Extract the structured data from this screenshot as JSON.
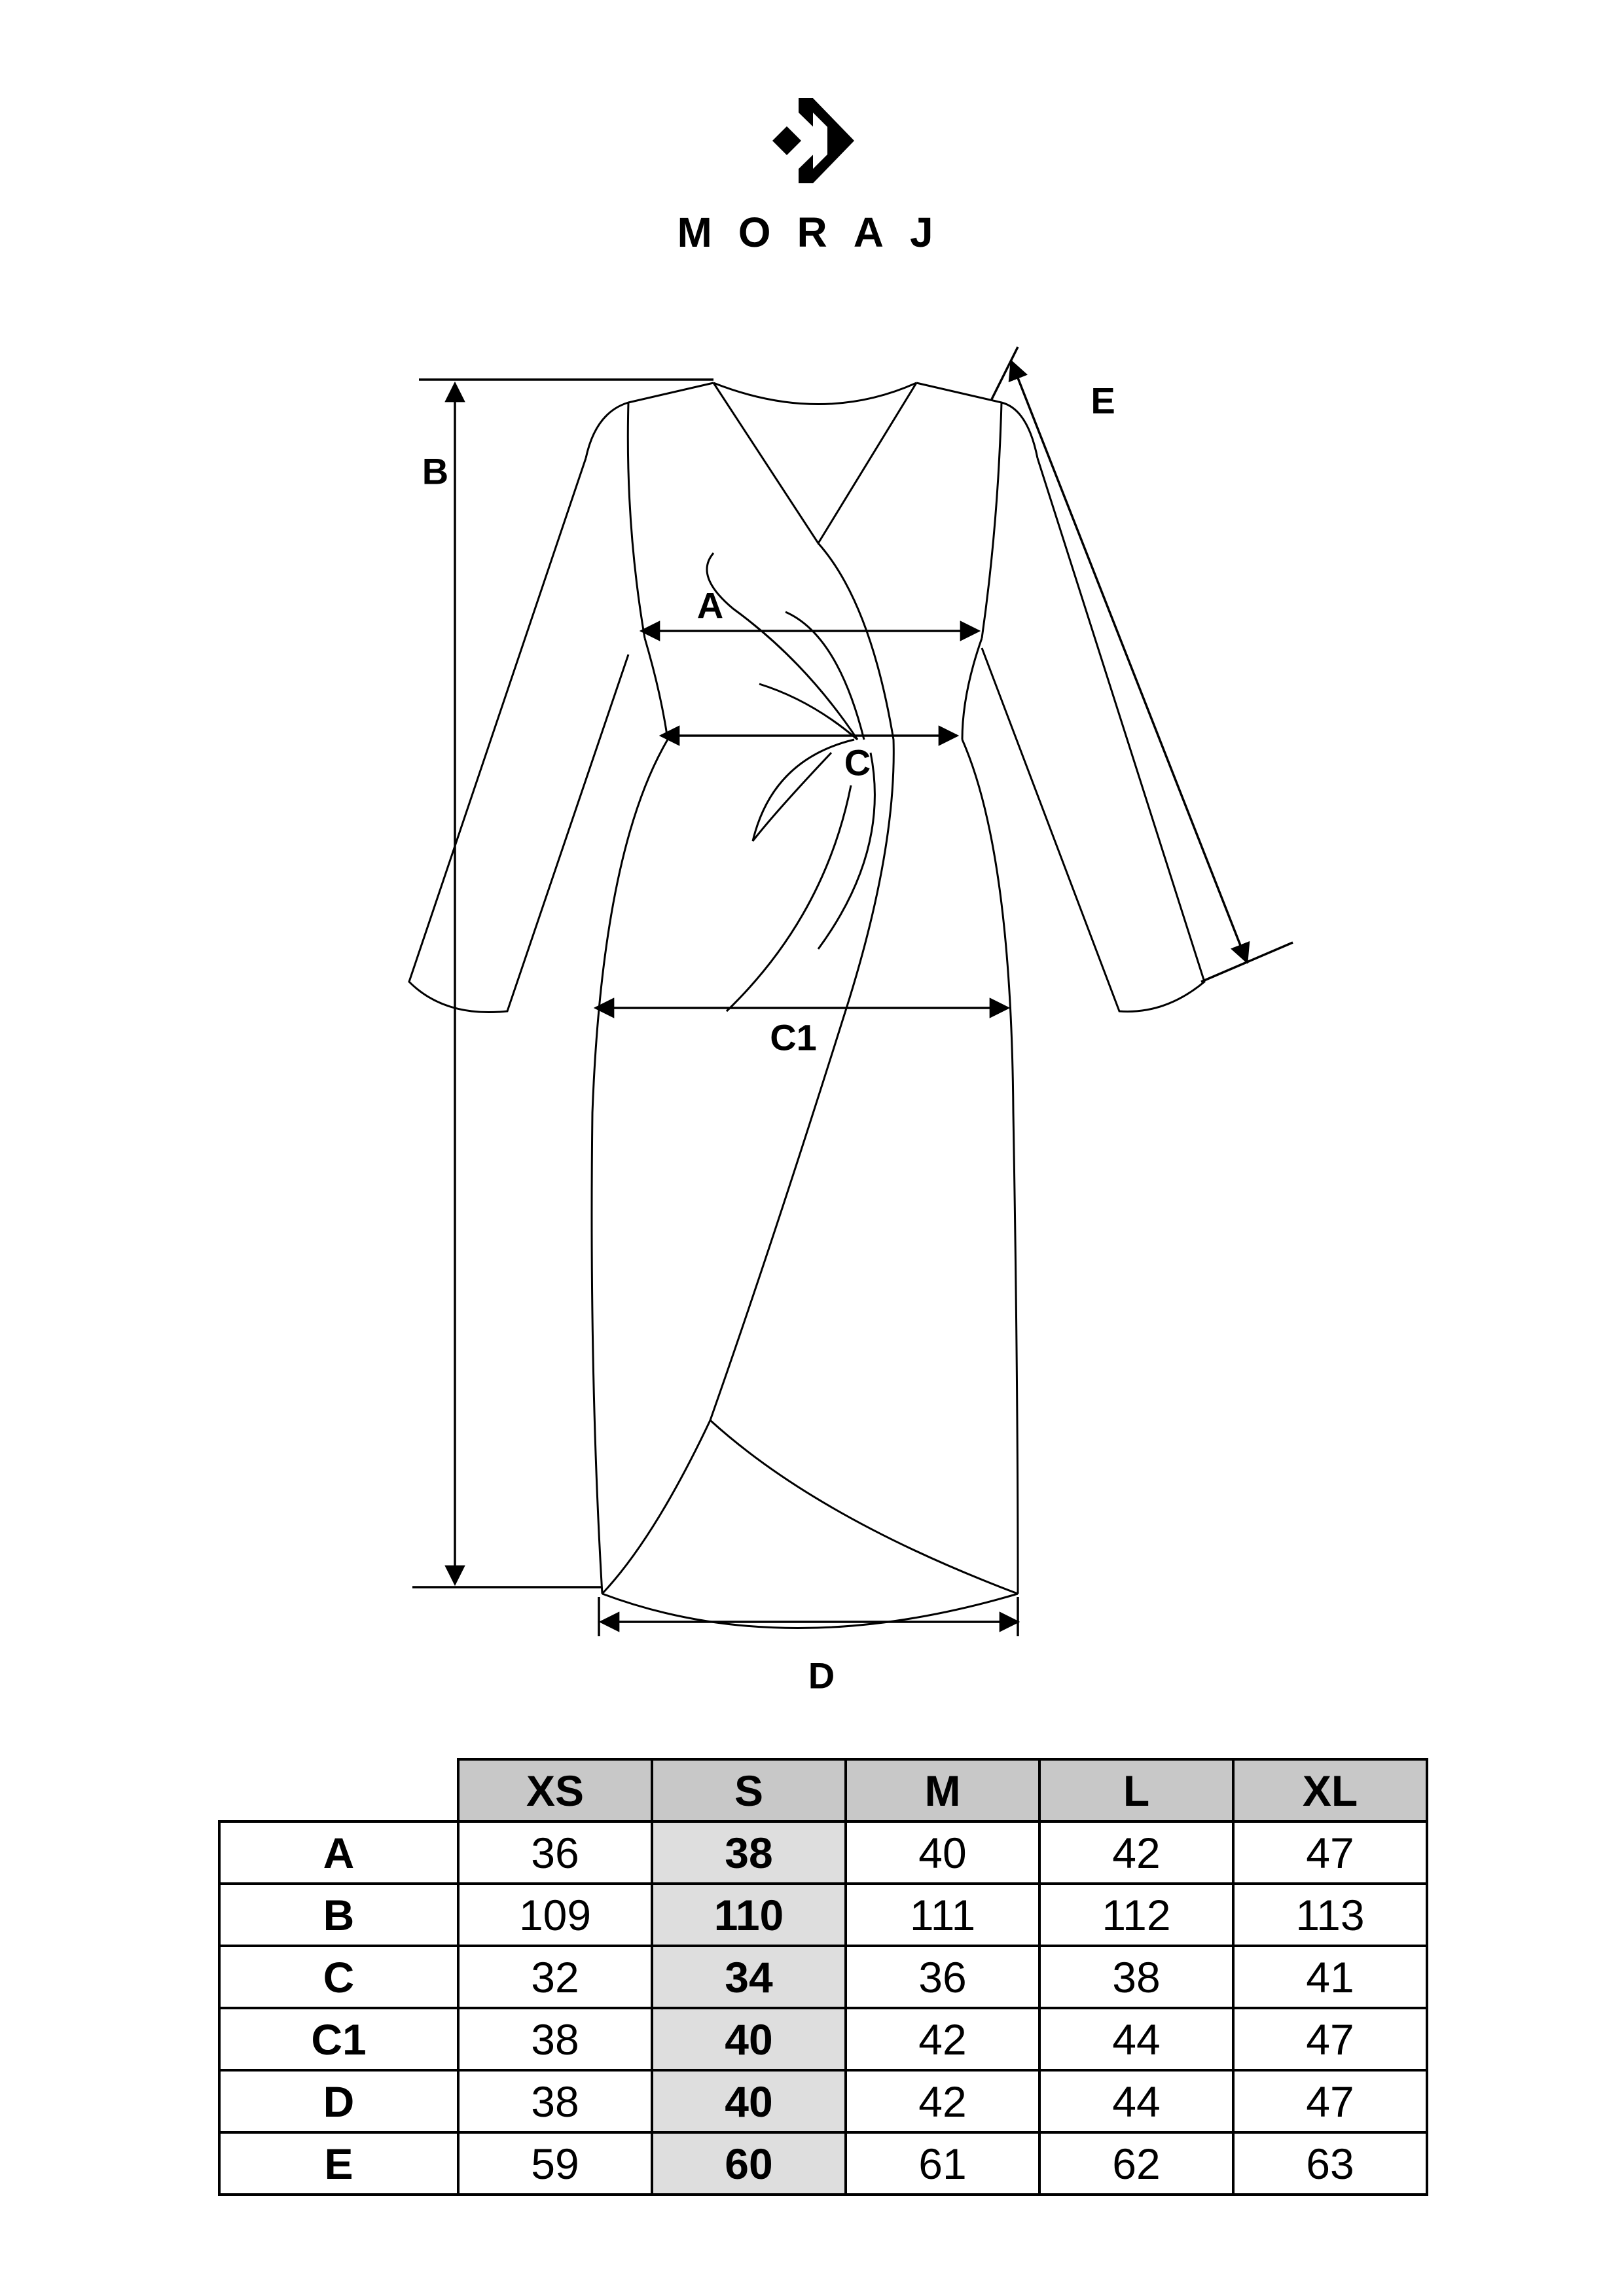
{
  "brand": {
    "name": "MORAJ",
    "logo_icon": "moraj-chevron-logo-icon"
  },
  "diagram": {
    "labels": {
      "A": "A",
      "B": "B",
      "C": "C",
      "C1": "C1",
      "D": "D",
      "E": "E"
    }
  },
  "size_table": {
    "headers": [
      "XS",
      "S",
      "M",
      "L",
      "XL"
    ],
    "highlight_column": "S",
    "rows": [
      {
        "label": "A",
        "values": [
          "36",
          "38",
          "40",
          "42",
          "47"
        ]
      },
      {
        "label": "B",
        "values": [
          "109",
          "110",
          "111",
          "112",
          "113"
        ]
      },
      {
        "label": "C",
        "values": [
          "32",
          "34",
          "36",
          "38",
          "41"
        ]
      },
      {
        "label": "C1",
        "values": [
          "38",
          "40",
          "42",
          "44",
          "47"
        ]
      },
      {
        "label": "D",
        "values": [
          "38",
          "40",
          "42",
          "44",
          "47"
        ]
      },
      {
        "label": "E",
        "values": [
          "59",
          "60",
          "61",
          "62",
          "63"
        ]
      }
    ]
  },
  "colors": {
    "line": "#000000",
    "header_bg": "#c8c8c8",
    "highlight_bg": "#dedede"
  }
}
